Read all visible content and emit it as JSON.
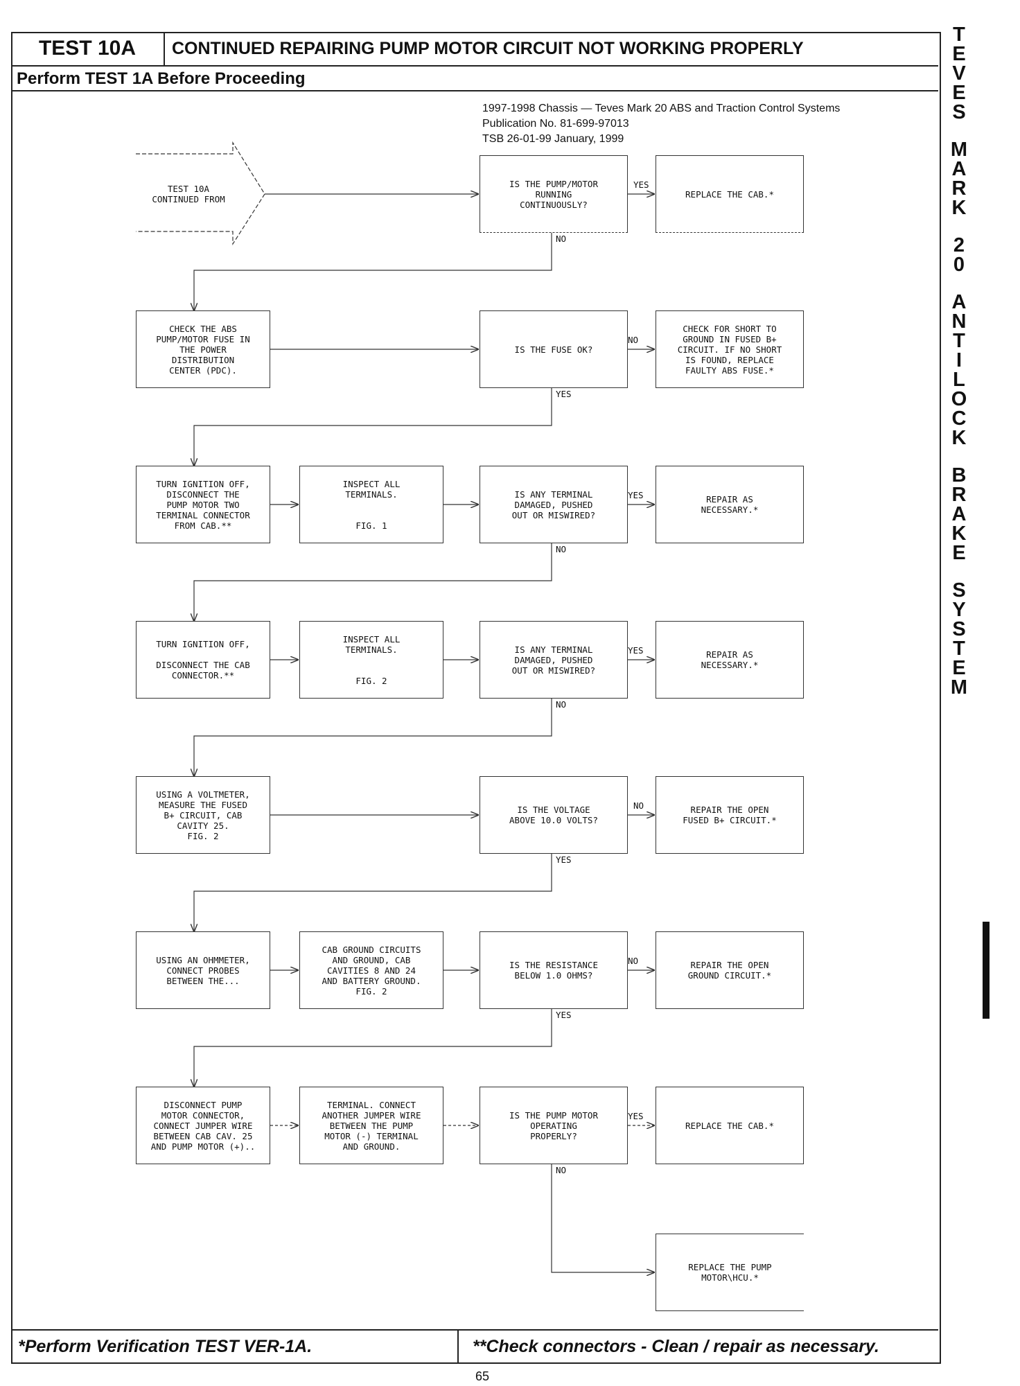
{
  "header": {
    "test_id": "TEST 10A",
    "title": "CONTINUED REPAIRING PUMP MOTOR CIRCUIT NOT WORKING PROPERLY",
    "prerequisite": "Perform TEST 1A Before Proceeding"
  },
  "publication": {
    "line1": "1997-1998 Chassis — Teves Mark 20 ABS and Traction Control Systems",
    "line2": "Publication No. 81-699-97013",
    "line3": "TSB 26-01-99     January, 1999"
  },
  "flow": {
    "start": "TEST 10A\nCONTINUED FROM",
    "row1": {
      "question": "IS THE PUMP/MOTOR\nRUNNING\nCONTINUOUSLY?",
      "yes_label": "YES",
      "yes_action": "REPLACE THE CAB.*",
      "no_label": "NO"
    },
    "row2": {
      "step": "CHECK THE ABS\nPUMP/MOTOR FUSE IN\nTHE POWER\nDISTRIBUTION\nCENTER (PDC).",
      "question": "IS THE FUSE OK?",
      "no_label": "NO",
      "no_action": "CHECK FOR SHORT TO\nGROUND IN FUSED B+\nCIRCUIT. IF NO SHORT\nIS FOUND, REPLACE\nFAULTY ABS FUSE.*",
      "yes_label": "YES"
    },
    "row3": {
      "step": "TURN IGNITION OFF,\nDISCONNECT THE\nPUMP MOTOR TWO\nTERMINAL CONNECTOR\nFROM CAB.**",
      "inspect": "INSPECT ALL\nTERMINALS.\n\n\nFIG. 1",
      "question": "IS ANY TERMINAL\nDAMAGED, PUSHED\nOUT OR MISWIRED?",
      "yes_label": "YES",
      "yes_action": "REPAIR AS\nNECESSARY.*",
      "no_label": "NO"
    },
    "row4": {
      "step": "TURN IGNITION OFF,\n\nDISCONNECT THE CAB\nCONNECTOR.**",
      "inspect": "INSPECT ALL\nTERMINALS.\n\n\nFIG. 2",
      "question": "IS ANY TERMINAL\nDAMAGED, PUSHED\nOUT OR MISWIRED?",
      "yes_label": "YES",
      "yes_action": "REPAIR AS\nNECESSARY.*",
      "no_label": "NO"
    },
    "row5": {
      "step": "USING A VOLTMETER,\nMEASURE THE FUSED\nB+ CIRCUIT, CAB\nCAVITY 25.\nFIG. 2",
      "question": "IS THE VOLTAGE\nABOVE 10.0 VOLTS?",
      "no_label": "NO",
      "no_action": "REPAIR THE OPEN\nFUSED B+ CIRCUIT.*",
      "yes_label": "YES"
    },
    "row6": {
      "step": "USING AN OHMMETER,\nCONNECT PROBES\nBETWEEN THE...",
      "detail": "CAB GROUND CIRCUITS\nAND GROUND, CAB\nCAVITIES 8 AND 24\nAND BATTERY GROUND.\nFIG. 2",
      "question": "IS THE RESISTANCE\nBELOW 1.0 OHMS?",
      "no_label": "NO",
      "no_action": "REPAIR THE OPEN\nGROUND CIRCUIT.*",
      "yes_label": "YES"
    },
    "row7": {
      "step": "DISCONNECT PUMP\nMOTOR CONNECTOR,\nCONNECT JUMPER WIRE\nBETWEEN CAB CAV. 25\nAND PUMP MOTOR (+)..",
      "detail": "TERMINAL. CONNECT\nANOTHER JUMPER WIRE\nBETWEEN THE PUMP\nMOTOR (-) TERMINAL\nAND GROUND.",
      "question": "IS THE PUMP MOTOR\nOPERATING\nPROPERLY?",
      "yes_label": "YES",
      "yes_action": "REPLACE THE CAB.*",
      "no_label": "NO"
    },
    "final": "REPLACE THE PUMP\nMOTOR\\HCU.*"
  },
  "footer": {
    "left": "*Perform Verification TEST VER-1A.",
    "right": "**Check connectors - Clean / repair as necessary."
  },
  "page_number": "65",
  "sidebar": {
    "words": [
      "TEVES",
      "MARK",
      "20",
      "ANTILOCK",
      "BRAKE",
      "SYSTEM"
    ]
  }
}
